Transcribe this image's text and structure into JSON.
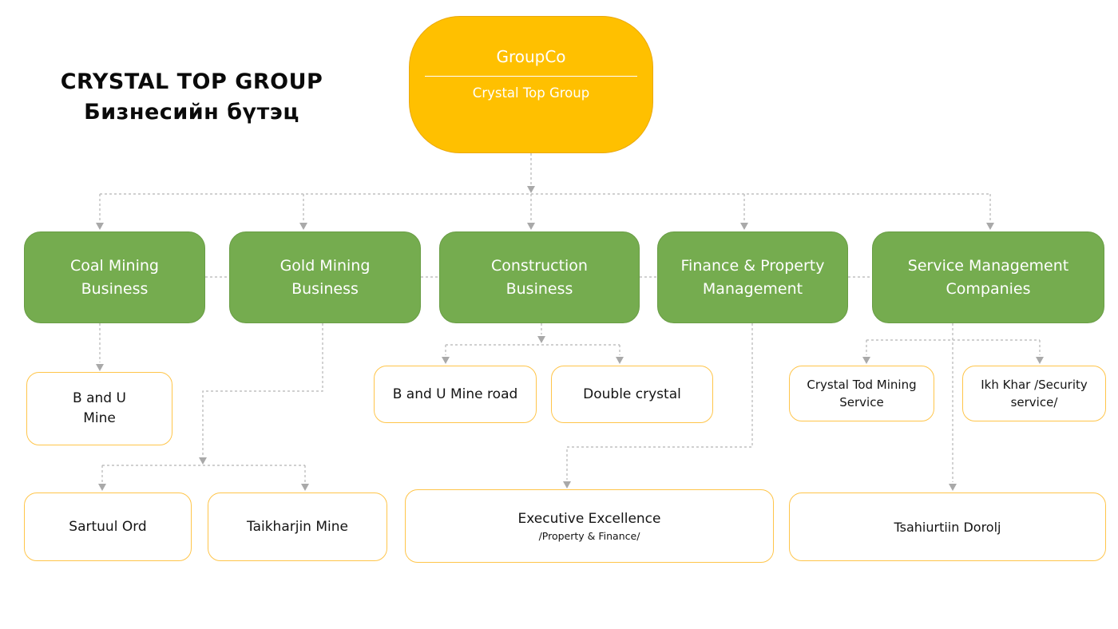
{
  "title": {
    "line1": "CRYSTAL TOP GROUP",
    "line2": "Бизнесийн бүтэц"
  },
  "root": {
    "label": "GroupCo",
    "sublabel": "Crystal Top Group"
  },
  "divisions": {
    "coal": "Coal Mining\nBusiness",
    "gold": "Gold Mining\nBusiness",
    "construction": "Construction\nBusiness",
    "finance": "Finance & Property\nManagement",
    "service": "Service Management\nCompanies"
  },
  "subsidiaries": {
    "b_and_u_mine": "B and U\nMine",
    "b_and_u_mine_road": "B and U Mine road",
    "double_crystal": "Double crystal",
    "crystal_tod": "Crystal Tod Mining\nService",
    "ikh_khar": "Ikh Khar /Security\nservice/",
    "sartuul": "Sartuul Ord",
    "taikharjin": "Taikharjin Mine",
    "executive": "Executive Excellence",
    "executive_sub": "/Property & Finance/",
    "tsahiurtiin": "Tsahiurtiin Dorolj"
  },
  "colors": {
    "root_fill": "#FFC000",
    "root_border": "#EAA80E",
    "division_fill": "#75AC4F",
    "division_border": "#699D45",
    "subsidiary_border": "#FFC54A",
    "connector": "#B5B5B5",
    "arrow": "#A9A9A9",
    "title_text": "#0A0A0A",
    "node_text_light": "#FFFFFF",
    "node_text_dark": "#141414"
  }
}
